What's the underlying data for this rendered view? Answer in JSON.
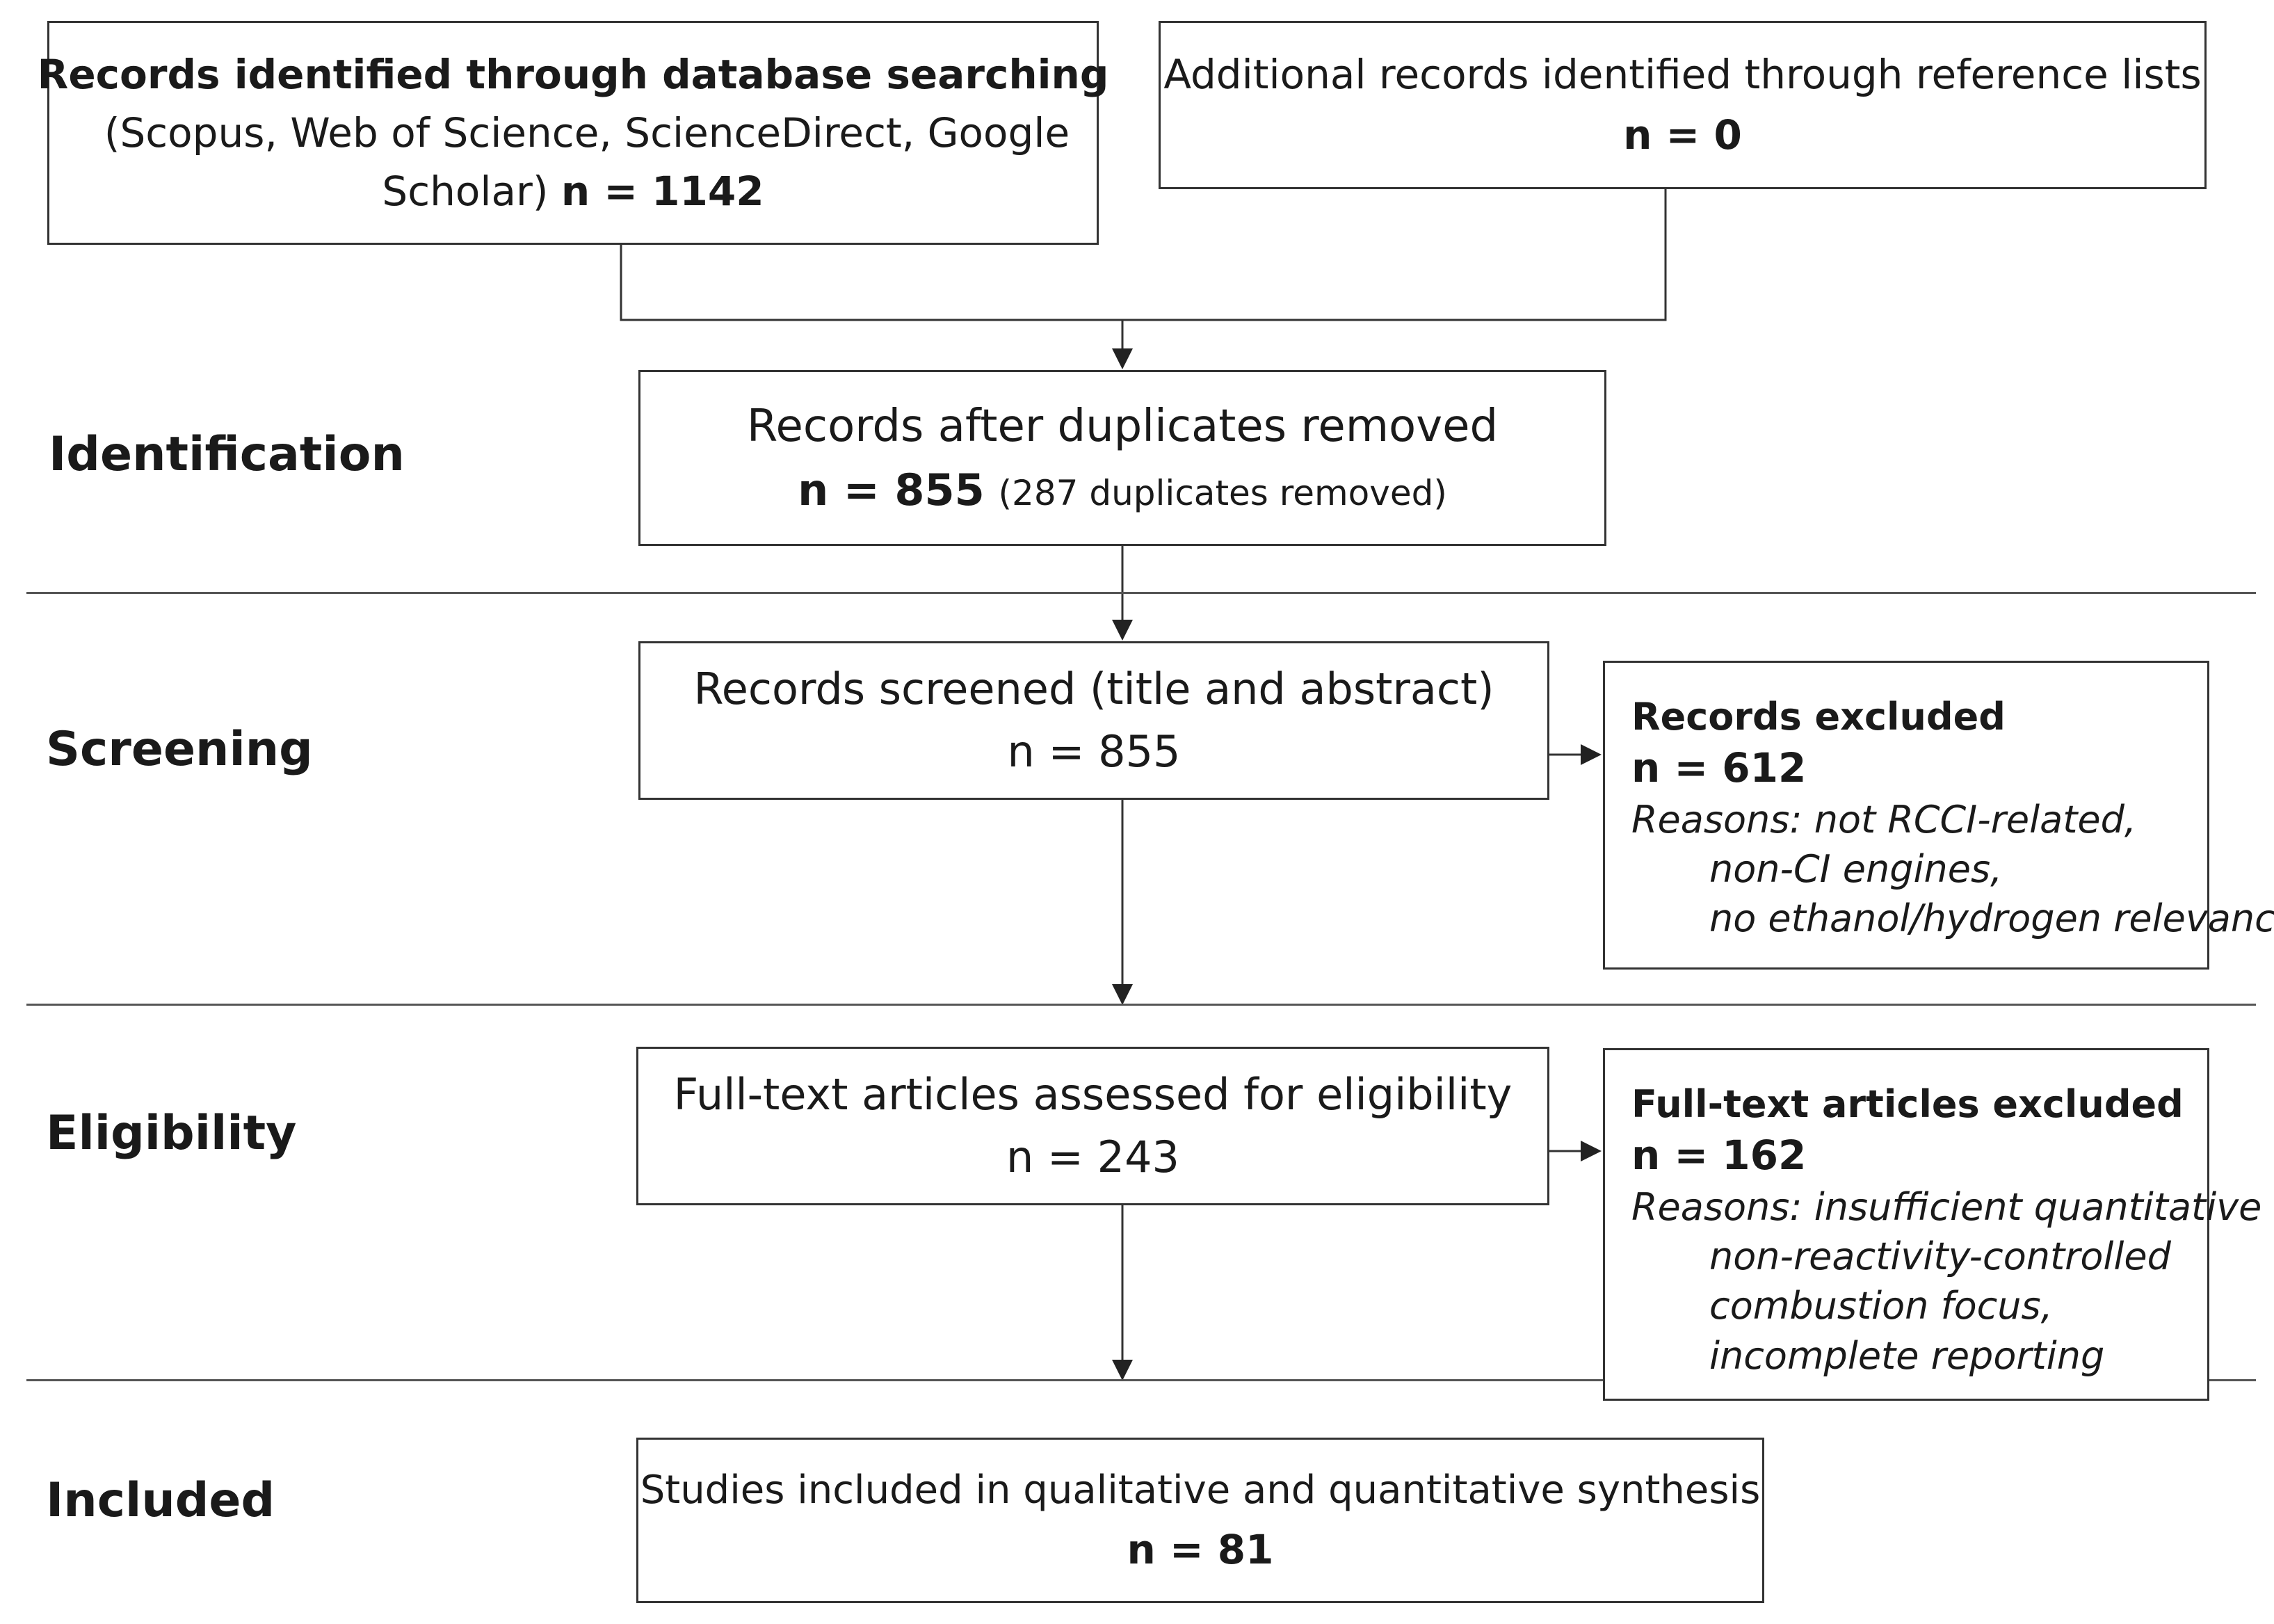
{
  "stages": {
    "identification": "Identification",
    "screening": "Screening",
    "eligibility": "Eligibility",
    "included": "Included"
  },
  "db_search": {
    "title": "Records identified through database searching",
    "sources_line1": "(Scopus, Web of Science, ScienceDirect, Google",
    "sources_line2": "Scholar)",
    "count": "n = 1142"
  },
  "additional": {
    "title": "Additional records identified through reference lists",
    "count": "n = 0"
  },
  "dedup": {
    "title": "Records after duplicates removed",
    "count": "n = 855",
    "note": "(287 duplicates removed)"
  },
  "screened": {
    "title": "Records screened (title and abstract)",
    "count": "n = 855"
  },
  "screen_excluded": {
    "title": "Records excluded",
    "count": "n = 612",
    "reasons_label": "Reasons:",
    "reasons": [
      "not RCCI-related,",
      "non-CI engines,",
      "no ethanol/hydrogen relevance"
    ]
  },
  "fulltext": {
    "title": "Full-text articles assessed for eligibility",
    "count": "n = 243"
  },
  "fulltext_excluded": {
    "title": "Full-text articles excluded",
    "count": "n = 162",
    "reasons_label": "Reasons:",
    "reasons": [
      "insufficient quantitative data,",
      "non-reactivity-controlled",
      "combustion focus,",
      "incomplete reporting"
    ]
  },
  "included_box": {
    "title": "Studies included in qualitative and quantitative synthesis",
    "count": "n = 81"
  }
}
